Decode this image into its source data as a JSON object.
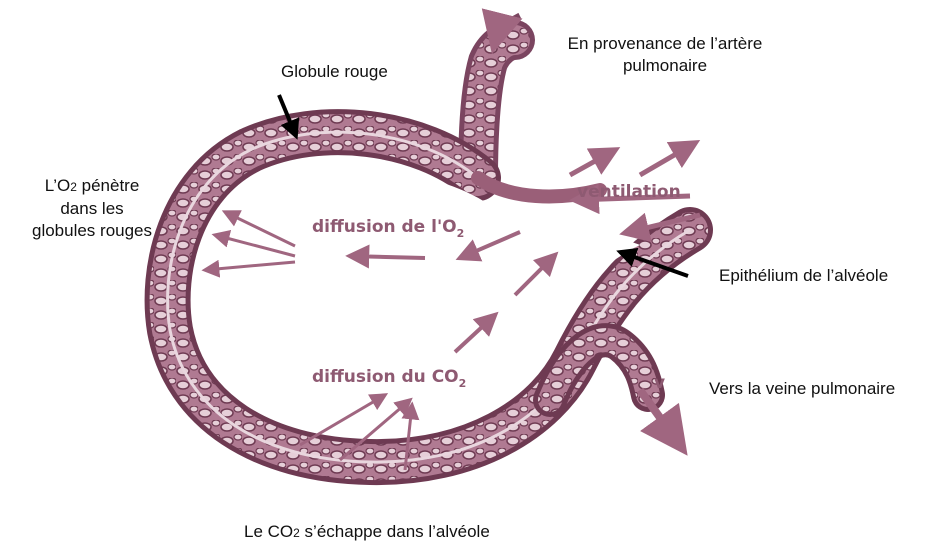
{
  "labels": {
    "globule_rouge": "Globule rouge",
    "artere": "En provenance de l’artère pulmonaire",
    "o2_line1": "L’O",
    "o2_sub": "2",
    "o2_line1_rest": " pénètre",
    "o2_line2": "dans les",
    "o2_line3": "globules rouges",
    "epithelium": "Epithélium de l’alvéole",
    "veine": "Vers la veine pulmonaire",
    "co2_pre": "Le CO",
    "co2_sub": "2",
    "co2_rest": " s’échappe dans l’alvéole"
  },
  "diagram_text": {
    "ventilation": "ventilation",
    "diff_o2_pre": "diffusion de l'O",
    "diff_o2_sub": "2",
    "diff_co2_pre": "diffusion du CO",
    "diff_co2_sub": "2",
    "v_mark": "v"
  },
  "colors": {
    "wall": "#9a5f78",
    "wall_dark": "#6e3a52",
    "cell_fill": "#c996ab",
    "arrow": "#a06680",
    "pointer": "#000000"
  }
}
